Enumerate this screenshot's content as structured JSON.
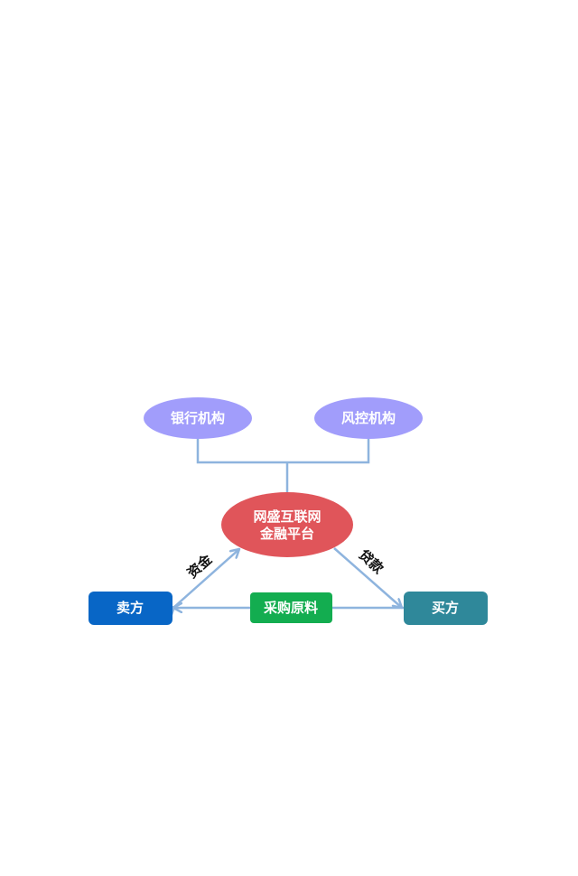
{
  "colors": {
    "connector": "#8eb4de",
    "ellipse_purple": "#a19dfb",
    "ellipse_red": "#e0555a",
    "seller_blue": "#0866c6",
    "buyer_teal": "#2f889a",
    "purchase_green": "#13ad50"
  },
  "nodes": {
    "bank": "银行机构",
    "risk": "风控机构",
    "platform_line1": "网盛互联网",
    "platform_line2": "金融平台",
    "seller": "卖方",
    "buyer": "买方",
    "purchase": "采购原料"
  },
  "edges": {
    "funds": "资金",
    "loan": "贷款"
  }
}
